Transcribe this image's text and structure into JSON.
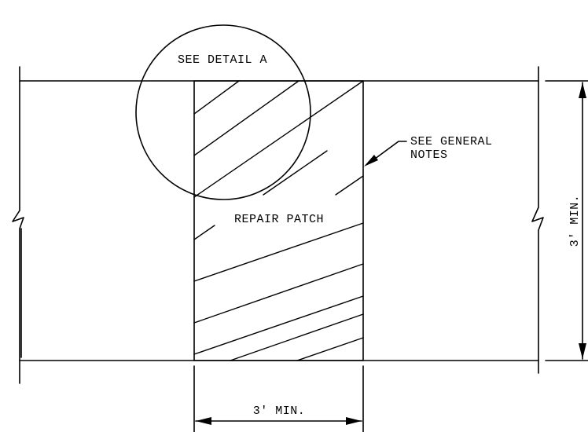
{
  "diagram": {
    "callouts": {
      "detail": "SEE DETAIL A",
      "notes_line1": "SEE GENERAL",
      "notes_line2": "NOTES"
    },
    "patch_label": "REPAIR PATCH",
    "dimensions": {
      "width": "3' MIN.",
      "height": "3' MIN."
    }
  }
}
